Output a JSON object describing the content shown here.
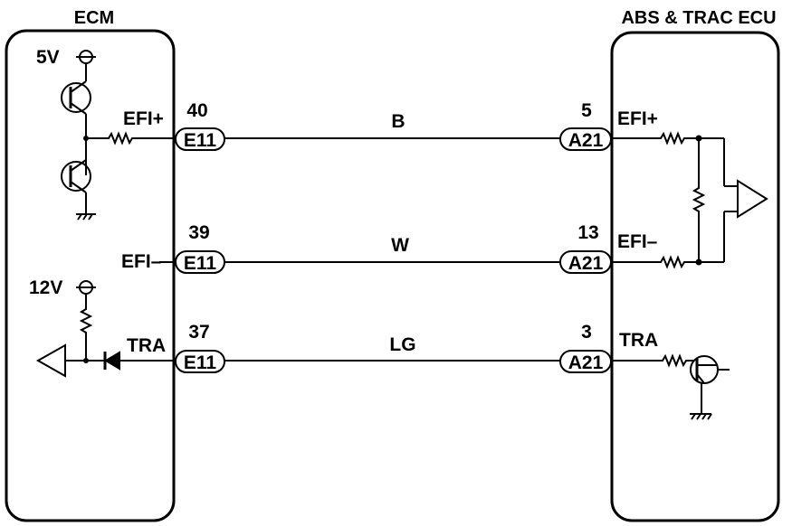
{
  "ecm": {
    "title": "ECM",
    "supply_5v": "5V",
    "supply_12v": "12V",
    "pin_efi_plus": "EFI+",
    "pin_efi_minus": "EFI–",
    "pin_tra": "TRA"
  },
  "abs_ecu": {
    "title": "ABS & TRAC ECU",
    "pin_efi_plus": "EFI+",
    "pin_efi_minus": "EFI–",
    "pin_tra": "TRA"
  },
  "wires": [
    {
      "ecm_pin": "40",
      "ecm_connector": "E11",
      "color": "B",
      "ecu_pin": "5",
      "ecu_connector": "A21"
    },
    {
      "ecm_pin": "39",
      "ecm_connector": "E11",
      "color": "W",
      "ecu_pin": "13",
      "ecu_connector": "A21"
    },
    {
      "ecm_pin": "37",
      "ecm_connector": "E11",
      "color": "LG",
      "ecu_pin": "3",
      "ecu_connector": "A21"
    }
  ]
}
